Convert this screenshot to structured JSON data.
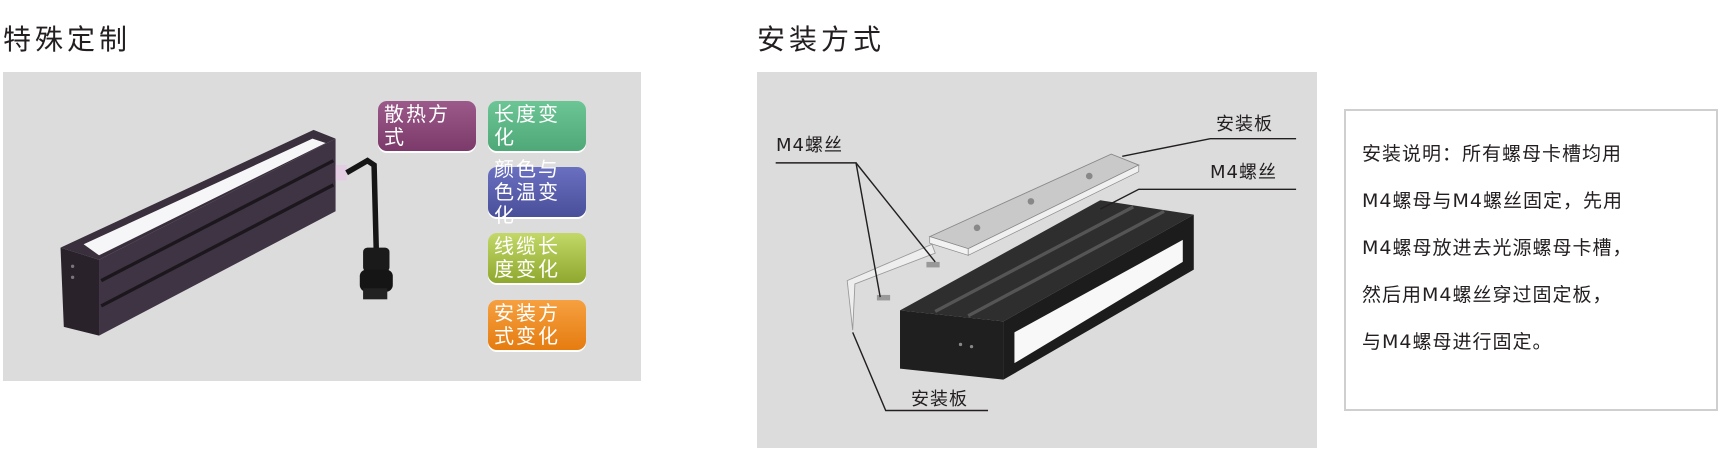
{
  "customization": {
    "title": "特殊定制",
    "tags": [
      {
        "label": "散热方式",
        "color": "#8f4779"
      },
      {
        "label": "长度变化",
        "color": "#5cb784"
      },
      {
        "label": "颜色与色温变化",
        "color": "#5a5fae"
      },
      {
        "label": "线缆长度变化",
        "color": "#a5bf3e"
      },
      {
        "label": "安装方式变化",
        "color": "#ef8a1f"
      }
    ]
  },
  "installation": {
    "title": "安装方式",
    "labels": {
      "plate_top": "安装板",
      "screw_left": "M4螺丝",
      "screw_right": "M4螺丝",
      "plate_bottom": "安装板"
    },
    "instructions": [
      "安装说明：所有螺母卡槽均用",
      "M4螺母与M4螺丝固定，先用",
      "M4螺母放进去光源螺母卡槽，",
      "然后用M4螺丝穿过固定板，",
      "与M4螺母进行固定。"
    ]
  }
}
